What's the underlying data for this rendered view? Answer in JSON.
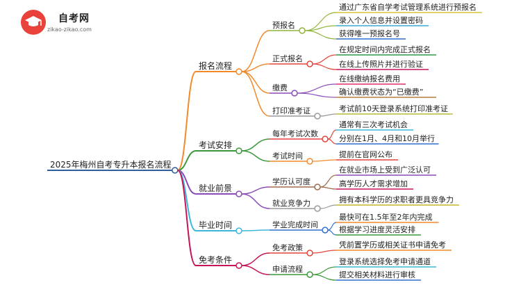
{
  "logo": {
    "cn": "自考网",
    "en": "zikao-zikao.com"
  },
  "root": {
    "label": "2025年梅州自考专升本报名流程",
    "color": "#2f5f9a"
  },
  "branches": [
    {
      "label": "报名流程",
      "color": "#f08a2a",
      "children": [
        {
          "label": "预报名",
          "color": "#8fb43a",
          "children": [
            {
              "label": "通过广东省自学考试管理系统进行预报名",
              "color": "#d9c238"
            },
            {
              "label": "录入个人信息并设置密码",
              "color": "#3aa7d9"
            },
            {
              "label": "获得唯一预报名号",
              "color": "#2f6fd1"
            }
          ]
        },
        {
          "label": "正式报名",
          "color": "#e3443b",
          "children": [
            {
              "label": "在规定时间内完成正式报名",
              "color": "#2a9a4a"
            },
            {
              "label": "在线上传照片并进行验证",
              "color": "#c4145a"
            }
          ]
        },
        {
          "label": "缴费",
          "color": "#8a4ab8",
          "children": [
            {
              "label": "在线缴纳报名费用",
              "color": "#e02d6a"
            },
            {
              "label": "确认缴费状态为“已缴费”",
              "color": "#b87a3a"
            }
          ]
        },
        {
          "label": "打印准考证",
          "color": "#999999",
          "children": [
            {
              "label": "考试前10天登录系统打印准考证",
              "color": "#b5b83a"
            }
          ]
        }
      ]
    },
    {
      "label": "考试安排",
      "color": "#3a9a3a",
      "children": [
        {
          "label": "每年考试次数",
          "color": "#e3443b",
          "children": [
            {
              "label": "通常有三次考试机会",
              "color": "#3ab8d9"
            },
            {
              "label": "分别在1月、4月和10月举行",
              "color": "#2f6fd1"
            }
          ]
        },
        {
          "label": "考试时间",
          "color": "#f08a2a",
          "children": [
            {
              "label": "提前在官网公布",
              "color": "#e3443b"
            }
          ]
        }
      ]
    },
    {
      "label": "就业前景",
      "color": "#8a4ab8",
      "children": [
        {
          "label": "学历认可度",
          "color": "#a06a4a",
          "children": [
            {
              "label": "在就业市场上受到广泛认可",
              "color": "#8a4ab8"
            },
            {
              "label": "高学历人才需求增加",
              "color": "#c4145a"
            }
          ]
        },
        {
          "label": "就业竞争力",
          "color": "#999999",
          "children": [
            {
              "label": "拥有本科学历的求职者更具竞争力",
              "color": "#c4b52a"
            }
          ]
        }
      ]
    },
    {
      "label": "毕业时间",
      "color": "#3ab8d9",
      "children": [
        {
          "label": "学业完成时间",
          "color": "#2f6fd1",
          "children": [
            {
              "label": "最快可在1.5年至2年内完成",
              "color": "#f08a2a"
            },
            {
              "label": "根据学习进度灵活安排",
              "color": "#3a9a3a"
            }
          ]
        }
      ]
    },
    {
      "label": "免考条件",
      "color": "#c4145a",
      "children": [
        {
          "label": "免考政策",
          "color": "#e3443b",
          "children": [
            {
              "label": "凭前置学历或相关证书申请免考",
              "color": "#f08a2a"
            }
          ]
        },
        {
          "label": "申请流程",
          "color": "#3a9a3a",
          "children": [
            {
              "label": "登录系统选择免考申请通道",
              "color": "#3ab8d9"
            },
            {
              "label": "提交相关材料进行审核",
              "color": "#2f6fd1"
            }
          ]
        }
      ]
    }
  ]
}
